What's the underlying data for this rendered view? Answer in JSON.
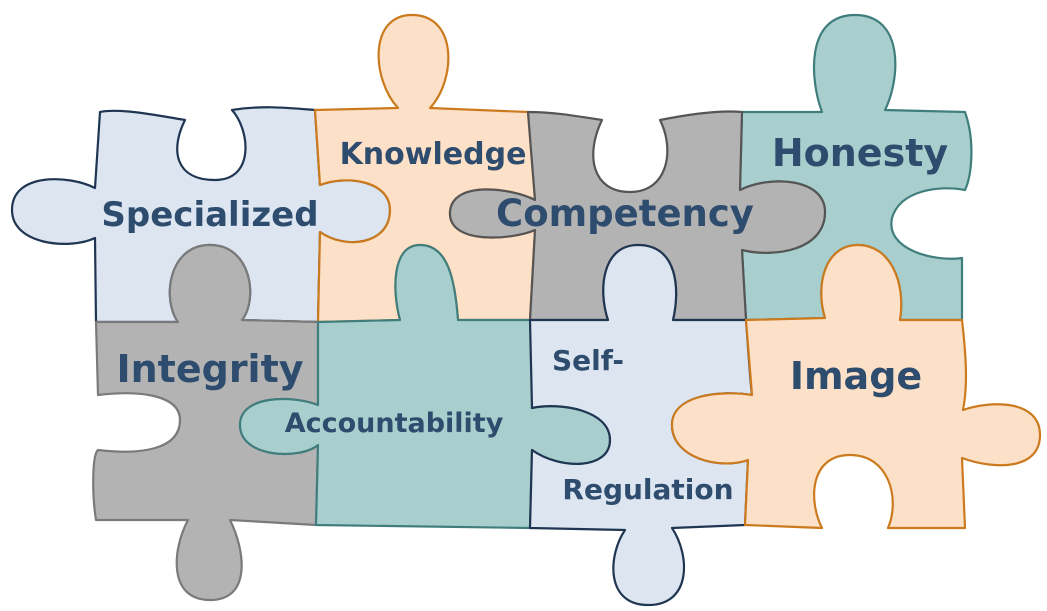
{
  "pieces": [
    {
      "id": "specialized",
      "label": "Specialized",
      "fill": "#dce5f0",
      "stroke": "#1f3552"
    },
    {
      "id": "knowledge",
      "label": "Knowledge",
      "fill": "#fde0c8",
      "stroke": "#cc7a1e"
    },
    {
      "id": "competency",
      "label": "Competency",
      "fill": "#b3b3b3",
      "stroke": "#555555"
    },
    {
      "id": "honesty",
      "label": "Honesty",
      "fill": "#a8cfcd",
      "stroke": "#3f7e7c"
    },
    {
      "id": "integrity",
      "label": "Integrity",
      "fill": "#b3b3b3",
      "stroke": "#7a7a7a"
    },
    {
      "id": "accountability",
      "label": "Accountability",
      "fill": "#a8cfcd",
      "stroke": "#3f7e7c"
    },
    {
      "id": "self_regulation",
      "label_line1": "Self-",
      "label_line2": "Regulation",
      "fill": "#dce5f0",
      "stroke": "#1f3552"
    },
    {
      "id": "image",
      "label": "Image",
      "fill": "#fde0c8",
      "stroke": "#cc7a1e"
    }
  ],
  "colors": {
    "text": "#2d4c6e",
    "background": "#ffffff"
  }
}
